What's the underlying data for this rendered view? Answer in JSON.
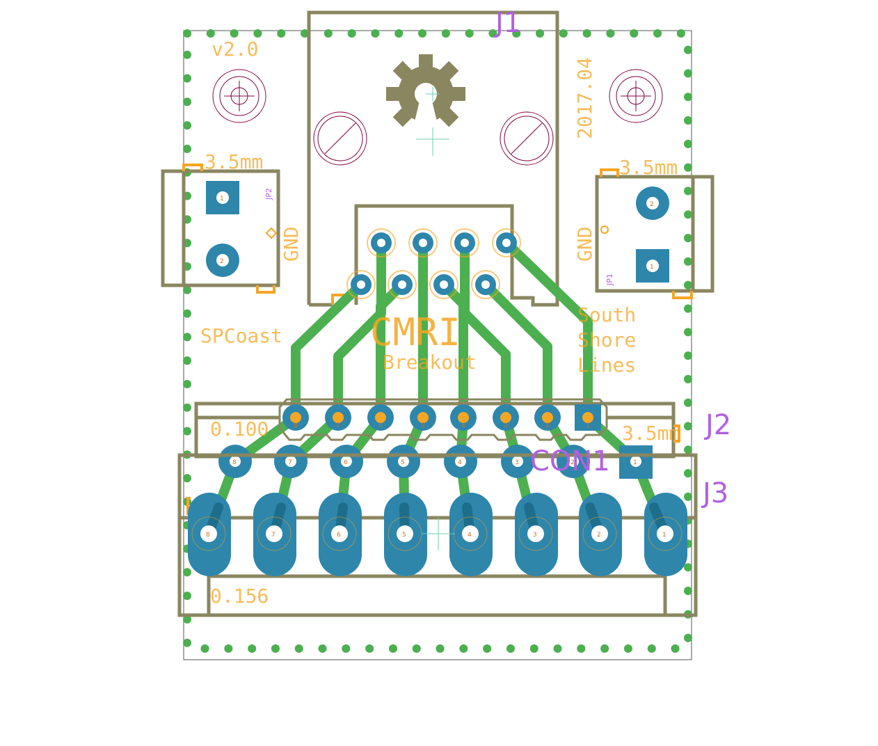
{
  "colors": {
    "background": "#ffffff",
    "outline": "#8a8660",
    "copper": "#4caf50",
    "pad": "#2e86ab",
    "silkscreen": "#f5a623",
    "refdes": "#b060e0",
    "drill": "#800040"
  },
  "labels": {
    "version": "v2.0",
    "date": "2017.04",
    "jp2_size": "3.5mm",
    "jp1_size": "3.5mm",
    "gnd_left": "GND",
    "gnd_right": "GND",
    "brand_left": "SPCoast",
    "title": "CMRI",
    "subtitle": "Breakout",
    "brand_right_1": "South",
    "brand_right_2": "Shore",
    "brand_right_3": "Lines",
    "pitch_header": "0.100",
    "j2_size": "3.5mm",
    "pitch_terminal": "0.156",
    "jp2": "JP2",
    "jp1": "JP1"
  },
  "refdes": {
    "j1": "J1",
    "j2": "J2",
    "j3": "J3",
    "con1": "CON1"
  },
  "jp2_pins": [
    "1",
    "2"
  ],
  "jp1_pins": [
    "2",
    "1"
  ],
  "header_pins": [
    "8",
    "7",
    "6",
    "5",
    "4",
    "3",
    "2",
    "1"
  ],
  "terminal_pins": [
    "8",
    "7",
    "6",
    "5",
    "4",
    "3",
    "2",
    "1"
  ],
  "con1_pins": [
    "8",
    "7",
    "6",
    "5",
    "4",
    "3",
    "2",
    "1"
  ]
}
